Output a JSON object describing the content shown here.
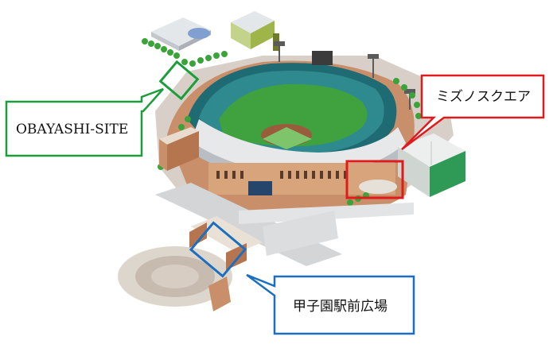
{
  "callouts": {
    "obayashi": {
      "label": "OBAYASHI-SITE",
      "color": "#1a9e3a"
    },
    "mizuno": {
      "label": "ミズノスクエア",
      "color": "#e01b1b"
    },
    "koshien": {
      "label": "甲子園駅前広場",
      "color": "#1a6fc0"
    }
  }
}
